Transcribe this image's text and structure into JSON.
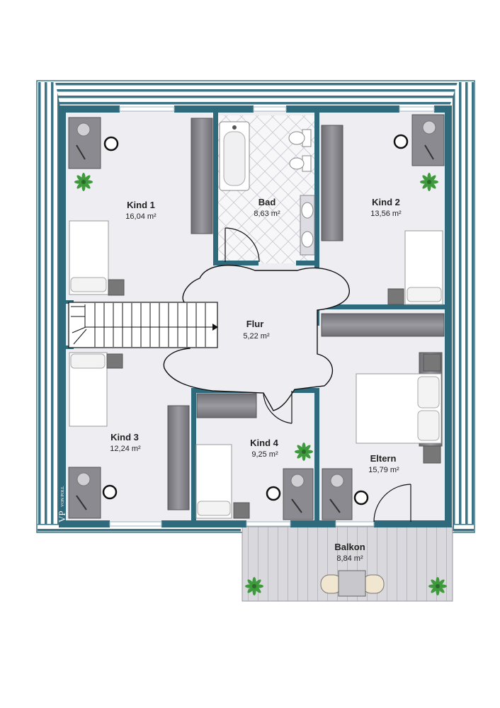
{
  "colors": {
    "wall": "#2f6a7c",
    "floor": "#eeeef2",
    "roof_hatch": "#3c7486",
    "cabinet": "#808085",
    "bath_tile": "#f7f7fa",
    "balcony_deck": "#d9d8dc",
    "plant": "#3e9a3c"
  },
  "rooms": [
    {
      "id": "kind1",
      "name": "Kind 1",
      "area": "16,04 m²"
    },
    {
      "id": "bad",
      "name": "Bad",
      "area": "8,63 m²"
    },
    {
      "id": "kind2",
      "name": "Kind 2",
      "area": "13,56 m²"
    },
    {
      "id": "flur",
      "name": "Flur",
      "area": "5,22 m²"
    },
    {
      "id": "kind3",
      "name": "Kind 3",
      "area": "12,24 m²"
    },
    {
      "id": "kind4",
      "name": "Kind 4",
      "area": "9,25 m²"
    },
    {
      "id": "eltern",
      "name": "Eltern",
      "area": "15,79 m²"
    },
    {
      "id": "balkon",
      "name": "Balkon",
      "area": "8,84 m²"
    }
  ],
  "logo": {
    "monogram": "VP",
    "text": "VON POLL"
  },
  "icons": [
    "plant-icon",
    "desk-chair-icon",
    "bed-icon",
    "bathtub-icon",
    "toilet-icon",
    "sink-icon",
    "door-swing-icon",
    "staircase-icon",
    "table-icon"
  ]
}
